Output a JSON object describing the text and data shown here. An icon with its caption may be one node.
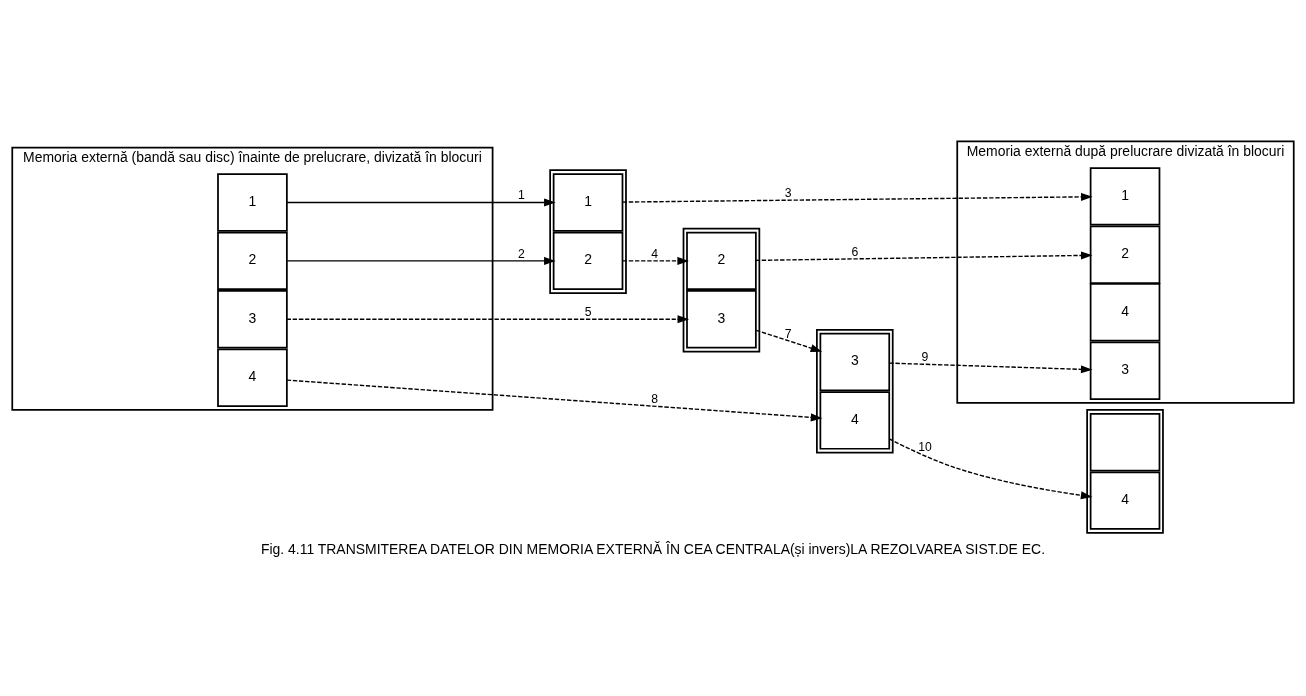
{
  "diagram": {
    "caption": "Fig. 4.11 TRANSMITEREA DATELOR DIN MEMORIA EXTERNĂ ÎN CEA CENTRALA(și invers)LA REZOLVAREA SIST.DE EC.",
    "nodes": [
      {
        "text": [
          "Memoria externă (bandă sau disc) înainte de prelucrare, divizată în blocuri"
        ]
      },
      {
        "text": [
          "1"
        ],
        "in": 0
      },
      {
        "text": [
          "2"
        ],
        "in": 0
      },
      {
        "text": [
          "3"
        ],
        "in": 0
      },
      {
        "text": [
          "4"
        ],
        "in": 0
      },
      {
        "text": [],
        "shape": "box"
      },
      {
        "text": [
          "1"
        ],
        "in": 5
      },
      {
        "text": [
          "2"
        ],
        "in": 5
      },
      {
        "text": [],
        "shape": "box"
      },
      {
        "text": [
          "2"
        ],
        "in": 8
      },
      {
        "text": [
          "3"
        ],
        "in": 8
      },
      {
        "text": [],
        "shape": "box"
      },
      {
        "text": [
          "3"
        ],
        "in": 11
      },
      {
        "text": [
          "4"
        ],
        "in": 11
      },
      {
        "text": [],
        "shape": "box"
      },
      {
        "text": [
          "4"
        ],
        "in": 14
      },
      {
        "text": [],
        "shape": "box",
        "in": 14
      },
      {
        "text": [
          "Memoria externă după prelucrare divizată în blocuri"
        ]
      },
      {
        "text": [
          "1"
        ],
        "in": 17
      },
      {
        "text": [
          "2"
        ],
        "in": 17
      },
      {
        "text": [
          "3"
        ],
        "in": 17
      },
      {
        "text": [
          "4"
        ],
        "in": 17
      }
    ],
    "edges": [
      {
        "from": 1,
        "to": 6,
        "arrow": "to",
        "label": "1"
      },
      {
        "from": 2,
        "to": 7,
        "arrow": "to",
        "label": "2"
      },
      {
        "from": 6,
        "to": 18,
        "arrow": "to",
        "label": "3",
        "style": "dashed"
      },
      {
        "from": 7,
        "to": 9,
        "arrow": "to",
        "label": "4",
        "style": "dashed"
      },
      {
        "from": 3,
        "to": 10,
        "arrow": "to",
        "label": "5",
        "style": "dashed"
      },
      {
        "from": 9,
        "to": 19,
        "arrow": "to",
        "label": "6",
        "style": "dashed"
      },
      {
        "from": 10,
        "to": 12,
        "arrow": "to",
        "label": "7",
        "style": "dashed"
      },
      {
        "from": 4,
        "to": 13,
        "arrow": "to",
        "label": "8",
        "style": "dashed"
      },
      {
        "from": 12,
        "to": 20,
        "arrow": "to",
        "label": "9",
        "style": "dashed"
      },
      {
        "from": 13,
        "to": 15,
        "arrow": "to",
        "label": "10",
        "style": "dashed"
      }
    ]
  }
}
